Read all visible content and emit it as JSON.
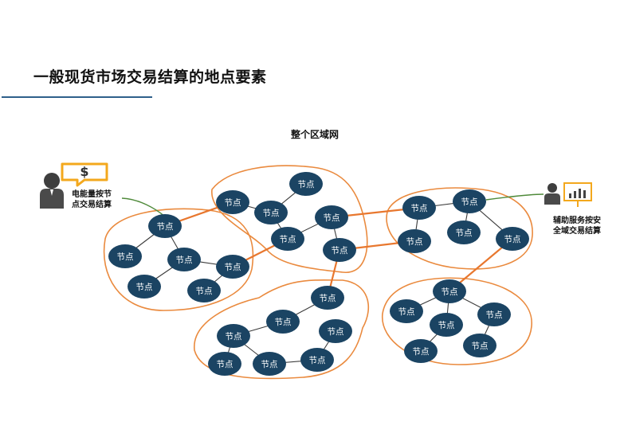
{
  "title": "一般现货市场交易结算的地点要素",
  "diagram": {
    "caption": "整个区域网",
    "left_actor": {
      "icon": "person-money-icon",
      "label_line1": "电能量按节",
      "label_line2": "点交易结算"
    },
    "right_actor": {
      "icon": "person-presentation-icon",
      "label_line1": "辅助服务按安",
      "label_line2": "全域交易结算"
    },
    "node_label": "节点",
    "colors": {
      "node_fill": "#1b4463",
      "node_text": "#ffffff",
      "region_outline": "#ea8a3e",
      "inter_link": "#e8772e",
      "intra_link": "#3a3a3a",
      "actor_link": "#4f8a3a",
      "title_rule": "#2e5f8a",
      "money_sign": "#f3a81d"
    },
    "regions": [
      {
        "id": "R1",
        "nodes": [
          "节点",
          "节点",
          "节点",
          "节点",
          "节点",
          "节点"
        ]
      },
      {
        "id": "R2",
        "nodes": [
          "节点",
          "节点",
          "节点",
          "节点",
          "节点",
          "节点"
        ]
      },
      {
        "id": "R3",
        "nodes": [
          "节点",
          "节点",
          "节点",
          "节点",
          "节点"
        ]
      },
      {
        "id": "R4",
        "nodes": [
          "节点",
          "节点",
          "节点",
          "节点",
          "节点",
          "节点",
          "节点"
        ]
      },
      {
        "id": "R5",
        "nodes": [
          "节点",
          "节点",
          "节点",
          "节点",
          "节点",
          "节点"
        ]
      }
    ]
  }
}
